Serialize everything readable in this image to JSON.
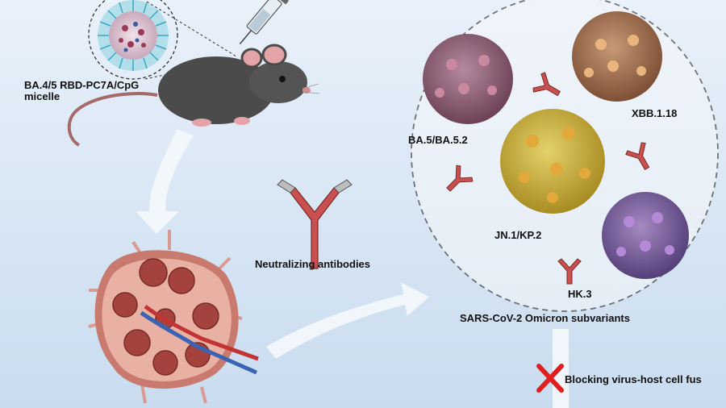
{
  "labels": {
    "micelle_line1": "BA.4/5 RBD-PC7A/CpG",
    "micelle_line2": "micelle",
    "neutralizing": "Neutralizing antibodies",
    "ba5": "BA.5/BA.5.2",
    "xbb": "XBB.1.18",
    "jn1": "JN.1/KP.2",
    "hk3": "HK.3",
    "omicron": "SARS-CoV-2 Omicron subvariants",
    "blocking": "Blocking virus-host cell fus"
  },
  "colors": {
    "background_top": "#e9f1fa",
    "background_bottom": "#c9dcef",
    "arrow": "#f4f8fc",
    "ba5_virus": "#8a5a74",
    "xbb_virus": "#a0714c",
    "jn1_virus": "#c9b13a",
    "hk3_virus": "#7a5a9a",
    "antibody": "#c9504e",
    "cross": "#e02020",
    "mouse": "#4b4b4b",
    "lymph_node": "#c97a6e"
  },
  "icons": [
    "syringe-icon",
    "mouse-icon",
    "micelle-icon",
    "lymph-node-icon",
    "antibody-icon",
    "virus-icon",
    "cross-icon"
  ]
}
